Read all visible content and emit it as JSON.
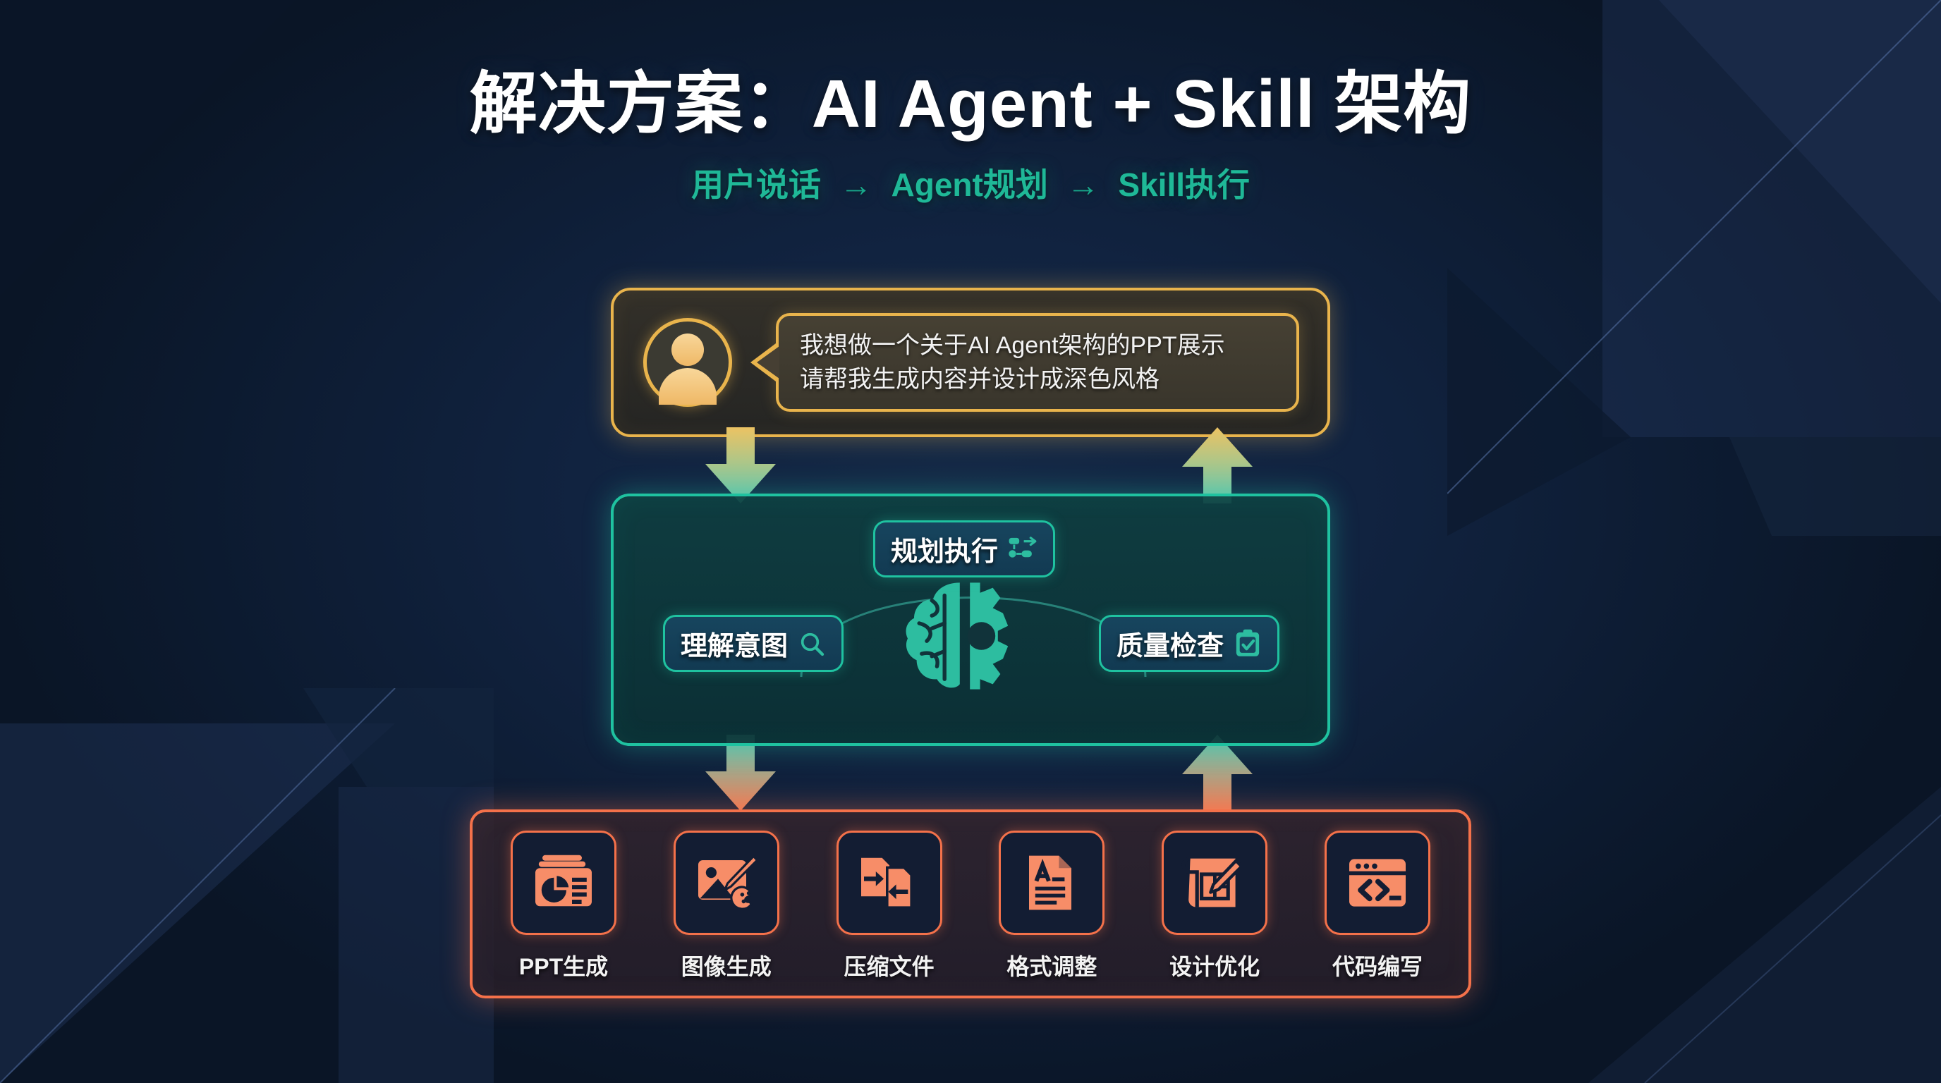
{
  "header": {
    "title": "解决方案：AI Agent + Skill 架构",
    "subtitle_parts": [
      "用户说话",
      "Agent规划",
      "Skill执行"
    ],
    "subtitle_arrow": "→"
  },
  "user": {
    "avatar_icon": "user-avatar-icon",
    "message_lines": [
      "我想做一个关于AI Agent架构的PPT展示",
      "请帮我生成内容并设计成深色风格"
    ]
  },
  "agent": {
    "center_icon": "brain-gear-icon",
    "pills": [
      {
        "label": "理解意图",
        "icon": "magnifier-icon"
      },
      {
        "label": "规划执行",
        "icon": "sitemap-flow-icon"
      },
      {
        "label": "质量检查",
        "icon": "clipboard-check-icon"
      }
    ]
  },
  "skills": [
    {
      "label": "PPT生成",
      "icon": "presentation-chart-icon"
    },
    {
      "label": "图像生成",
      "icon": "image-paintbrush-icon"
    },
    {
      "label": "压缩文件",
      "icon": "file-compress-icon"
    },
    {
      "label": "格式调整",
      "icon": "document-format-icon"
    },
    {
      "label": "设计优化",
      "icon": "blueprint-pencil-icon"
    },
    {
      "label": "代码编写",
      "icon": "code-window-icon"
    }
  ],
  "flow_arrows": [
    {
      "name": "user-to-agent-arrow",
      "direction": "down",
      "from": "gold",
      "to": "teal"
    },
    {
      "name": "agent-to-skill-arrow",
      "direction": "down",
      "from": "teal",
      "to": "orange"
    },
    {
      "name": "skill-to-agent-arrow",
      "direction": "up",
      "from": "orange",
      "to": "teal"
    },
    {
      "name": "agent-to-user-arrow",
      "direction": "up",
      "from": "teal",
      "to": "gold"
    }
  ],
  "colors": {
    "background": "#0d1c33",
    "gold": "#e9b44c",
    "teal": "#1fc2a0",
    "orange": "#f4714a",
    "text": "#ffffff",
    "subtitle": "#1fb897"
  }
}
